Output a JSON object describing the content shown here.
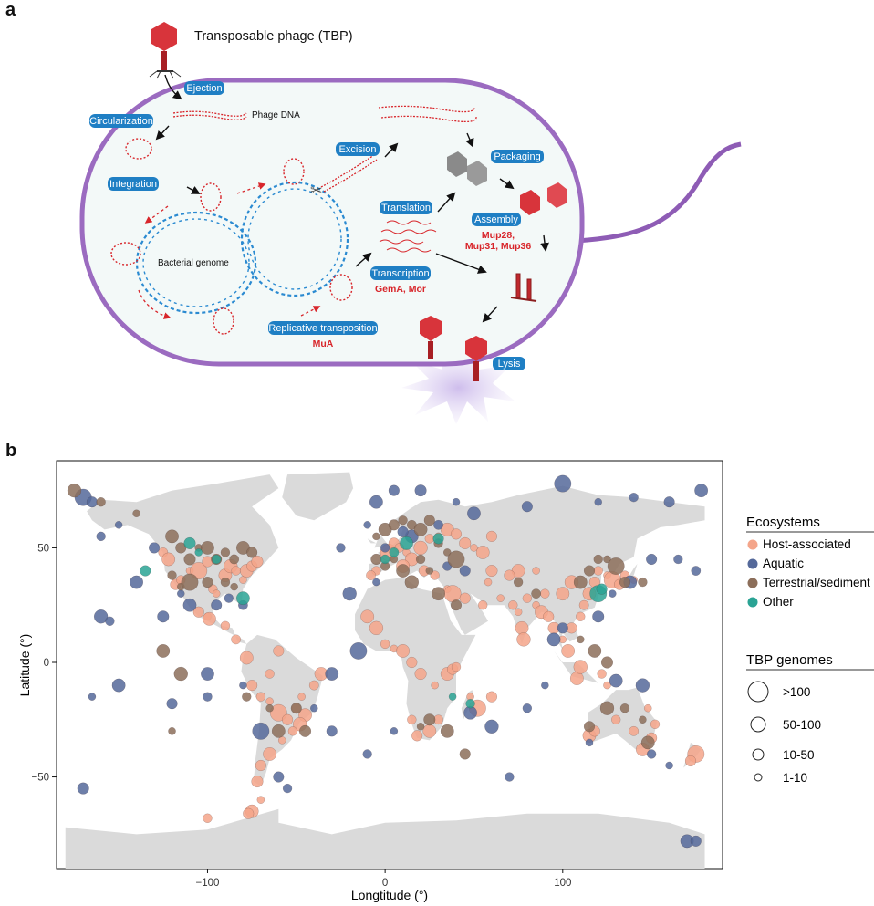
{
  "panel_a": {
    "letter": "a",
    "phage_title": "Transposable phage (TBP)",
    "phage_dna": "Phage DNA",
    "bacterial_genome": "Bacterial genome",
    "steps": {
      "ejection": "Ejection",
      "circularization": "Circularization",
      "integration": "Integration",
      "excision": "Excision",
      "translation": "Translation",
      "transcription": "Transcription",
      "replicative_transposition": "Replicative transposition",
      "packaging": "Packaging",
      "assembly": "Assembly",
      "lysis": "Lysis"
    },
    "genes": {
      "transcription": "GemA, Mor",
      "transposition": "MuA",
      "assembly_line1": "Mup28,",
      "assembly_line2": "Mup31, Mup36"
    },
    "colors": {
      "pill": "#1f7fc4",
      "gene_text": "#d8262b",
      "cell_border": "#9b6bc0",
      "cell_fill": "#f3f9f8"
    }
  },
  "panel_b": {
    "letter": "b",
    "x_axis_label": "Longtitude (°)",
    "y_axis_label": "Latitude (°)",
    "x_ticks": [
      "−100",
      "0",
      "100"
    ],
    "y_ticks": [
      "50",
      "0",
      "−50"
    ],
    "legend_ecosystems": {
      "title": "Ecosystems",
      "items": [
        {
          "label": "Host-associated",
          "color": "#f4a58a"
        },
        {
          "label": "Aquatic",
          "color": "#55699a"
        },
        {
          "label": "Terrestrial/sediment",
          "color": "#8c6e5a"
        },
        {
          "label": "Other",
          "color": "#2aa394"
        }
      ]
    },
    "legend_sizes": {
      "title": "TBP genomes",
      "items": [
        {
          "label": ">100",
          "rank": 4
        },
        {
          "label": "50-100",
          "rank": 3
        },
        {
          "label": "10-50",
          "rank": 2
        },
        {
          "label": "1-10",
          "rank": 1
        }
      ]
    }
  },
  "chart_data": {
    "type": "scatter",
    "xlabel": "Longtitude (°)",
    "ylabel": "Latitude (°)",
    "xlim": [
      -185,
      190
    ],
    "ylim": [
      -90,
      88
    ],
    "x_ticks": [
      -100,
      0,
      100
    ],
    "y_ticks": [
      -50,
      0,
      50
    ],
    "grid": false,
    "legend_placement": "right",
    "series": [
      {
        "name": "Host-associated",
        "color": "#f4a58a",
        "points": [
          [
            -125,
            48
          ],
          [
            -122,
            45
          ],
          [
            -118,
            34
          ],
          [
            -115,
            36
          ],
          [
            -110,
            40
          ],
          [
            -105,
            40
          ],
          [
            -100,
            44
          ],
          [
            -97,
            32
          ],
          [
            -95,
            30
          ],
          [
            -90,
            38
          ],
          [
            -87,
            42
          ],
          [
            -84,
            40
          ],
          [
            -80,
            36
          ],
          [
            -78,
            40
          ],
          [
            -75,
            42
          ],
          [
            -72,
            44
          ],
          [
            -100,
            20
          ],
          [
            -99,
            19
          ],
          [
            -105,
            22
          ],
          [
            -90,
            16
          ],
          [
            -84,
            10
          ],
          [
            -78,
            2
          ],
          [
            -75,
            -10
          ],
          [
            -70,
            -15
          ],
          [
            -65,
            -17
          ],
          [
            -60,
            -22
          ],
          [
            -55,
            -25
          ],
          [
            -50,
            -20
          ],
          [
            -47,
            -15
          ],
          [
            -45,
            -23
          ],
          [
            -48,
            -27
          ],
          [
            -52,
            -30
          ],
          [
            -58,
            -34
          ],
          [
            -65,
            -40
          ],
          [
            -70,
            -45
          ],
          [
            -72,
            -52
          ],
          [
            -70,
            -60
          ],
          [
            -75,
            -65
          ],
          [
            -77,
            -66
          ],
          [
            -100,
            -68
          ],
          [
            -40,
            -10
          ],
          [
            -36,
            -5
          ],
          [
            -60,
            5
          ],
          [
            -65,
            -5
          ],
          [
            0,
            45
          ],
          [
            2,
            48
          ],
          [
            5,
            52
          ],
          [
            8,
            50
          ],
          [
            12,
            48
          ],
          [
            15,
            45
          ],
          [
            20,
            50
          ],
          [
            25,
            54
          ],
          [
            30,
            55
          ],
          [
            35,
            58
          ],
          [
            40,
            56
          ],
          [
            45,
            52
          ],
          [
            50,
            50
          ],
          [
            55,
            48
          ],
          [
            60,
            55
          ],
          [
            -5,
            40
          ],
          [
            -8,
            38
          ],
          [
            10,
            42
          ],
          [
            22,
            40
          ],
          [
            28,
            38
          ],
          [
            35,
            32
          ],
          [
            38,
            30
          ],
          [
            45,
            28
          ],
          [
            55,
            25
          ],
          [
            65,
            28
          ],
          [
            -10,
            20
          ],
          [
            -5,
            15
          ],
          [
            0,
            8
          ],
          [
            5,
            6
          ],
          [
            10,
            5
          ],
          [
            15,
            0
          ],
          [
            20,
            -5
          ],
          [
            28,
            -10
          ],
          [
            35,
            -5
          ],
          [
            38,
            -3
          ],
          [
            40,
            -2
          ],
          [
            30,
            -25
          ],
          [
            25,
            -30
          ],
          [
            18,
            -32
          ],
          [
            15,
            -25
          ],
          [
            48,
            -15
          ],
          [
            52,
            -20
          ],
          [
            60,
            -15
          ],
          [
            72,
            25
          ],
          [
            75,
            22
          ],
          [
            77,
            15
          ],
          [
            78,
            10
          ],
          [
            80,
            28
          ],
          [
            85,
            25
          ],
          [
            88,
            22
          ],
          [
            92,
            20
          ],
          [
            95,
            15
          ],
          [
            100,
            10
          ],
          [
            103,
            5
          ],
          [
            105,
            15
          ],
          [
            110,
            20
          ],
          [
            112,
            25
          ],
          [
            115,
            30
          ],
          [
            118,
            35
          ],
          [
            120,
            40
          ],
          [
            125,
            38
          ],
          [
            128,
            36
          ],
          [
            132,
            34
          ],
          [
            135,
            38
          ],
          [
            140,
            36
          ],
          [
            100,
            30
          ],
          [
            105,
            35
          ],
          [
            90,
            30
          ],
          [
            85,
            40
          ],
          [
            75,
            40
          ],
          [
            70,
            38
          ],
          [
            60,
            40
          ],
          [
            58,
            35
          ],
          [
            115,
            -32
          ],
          [
            118,
            -30
          ],
          [
            130,
            -25
          ],
          [
            140,
            -30
          ],
          [
            145,
            -38
          ],
          [
            150,
            -33
          ],
          [
            152,
            -27
          ],
          [
            148,
            -20
          ],
          [
            175,
            -40
          ],
          [
            172,
            -43
          ],
          [
            122,
            -5
          ],
          [
            125,
            -10
          ],
          [
            108,
            -7
          ],
          [
            110,
            -2
          ]
        ]
      },
      {
        "name": "Aquatic",
        "color": "#55699a",
        "points": [
          [
            -170,
            72
          ],
          [
            -165,
            70
          ],
          [
            -160,
            55
          ],
          [
            -150,
            60
          ],
          [
            -140,
            35
          ],
          [
            -160,
            20
          ],
          [
            -155,
            18
          ],
          [
            -165,
            -15
          ],
          [
            -150,
            -10
          ],
          [
            -130,
            50
          ],
          [
            -125,
            20
          ],
          [
            -115,
            30
          ],
          [
            -110,
            25
          ],
          [
            -95,
            25
          ],
          [
            -88,
            28
          ],
          [
            -80,
            25
          ],
          [
            -100,
            -5
          ],
          [
            -120,
            -18
          ],
          [
            -100,
            -15
          ],
          [
            -80,
            -10
          ],
          [
            -70,
            -30
          ],
          [
            -60,
            -50
          ],
          [
            -55,
            -55
          ],
          [
            -40,
            -20
          ],
          [
            -30,
            -5
          ],
          [
            -20,
            30
          ],
          [
            -25,
            50
          ],
          [
            -10,
            60
          ],
          [
            -5,
            70
          ],
          [
            5,
            75
          ],
          [
            20,
            75
          ],
          [
            40,
            70
          ],
          [
            50,
            65
          ],
          [
            45,
            40
          ],
          [
            35,
            42
          ],
          [
            30,
            60
          ],
          [
            15,
            55
          ],
          [
            10,
            57
          ],
          [
            0,
            50
          ],
          [
            -5,
            35
          ],
          [
            -15,
            5
          ],
          [
            -30,
            -30
          ],
          [
            -10,
            -40
          ],
          [
            5,
            -30
          ],
          [
            48,
            -22
          ],
          [
            60,
            -28
          ],
          [
            80,
            -20
          ],
          [
            90,
            -10
          ],
          [
            95,
            10
          ],
          [
            100,
            15
          ],
          [
            120,
            20
          ],
          [
            128,
            30
          ],
          [
            138,
            35
          ],
          [
            150,
            45
          ],
          [
            165,
            45
          ],
          [
            175,
            40
          ],
          [
            178,
            75
          ],
          [
            160,
            70
          ],
          [
            140,
            72
          ],
          [
            120,
            70
          ],
          [
            100,
            78
          ],
          [
            80,
            68
          ],
          [
            70,
            -50
          ],
          [
            115,
            -35
          ],
          [
            130,
            -8
          ],
          [
            145,
            -10
          ],
          [
            150,
            -40
          ],
          [
            160,
            -45
          ],
          [
            170,
            -78
          ],
          [
            175,
            -78
          ],
          [
            -170,
            -55
          ]
        ]
      },
      {
        "name": "Terrestrial/sediment",
        "color": "#8c6e5a",
        "points": [
          [
            -175,
            75
          ],
          [
            -160,
            70
          ],
          [
            -140,
            65
          ],
          [
            -120,
            55
          ],
          [
            -115,
            50
          ],
          [
            -110,
            45
          ],
          [
            -105,
            50
          ],
          [
            -100,
            50
          ],
          [
            -95,
            45
          ],
          [
            -90,
            48
          ],
          [
            -85,
            45
          ],
          [
            -80,
            50
          ],
          [
            -75,
            48
          ],
          [
            -120,
            38
          ],
          [
            -115,
            33
          ],
          [
            -110,
            35
          ],
          [
            -100,
            35
          ],
          [
            -90,
            35
          ],
          [
            -85,
            33
          ],
          [
            -125,
            5
          ],
          [
            -115,
            -5
          ],
          [
            -78,
            -15
          ],
          [
            -65,
            -20
          ],
          [
            -60,
            -30
          ],
          [
            -50,
            -20
          ],
          [
            -45,
            -30
          ],
          [
            -5,
            55
          ],
          [
            0,
            58
          ],
          [
            5,
            60
          ],
          [
            10,
            62
          ],
          [
            15,
            60
          ],
          [
            20,
            58
          ],
          [
            25,
            62
          ],
          [
            30,
            52
          ],
          [
            35,
            48
          ],
          [
            40,
            45
          ],
          [
            -5,
            45
          ],
          [
            0,
            42
          ],
          [
            5,
            45
          ],
          [
            10,
            40
          ],
          [
            15,
            35
          ],
          [
            20,
            45
          ],
          [
            25,
            40
          ],
          [
            30,
            30
          ],
          [
            40,
            25
          ],
          [
            25,
            -25
          ],
          [
            20,
            -28
          ],
          [
            35,
            -30
          ],
          [
            45,
            -40
          ],
          [
            75,
            35
          ],
          [
            85,
            30
          ],
          [
            110,
            35
          ],
          [
            115,
            40
          ],
          [
            120,
            45
          ],
          [
            125,
            45
          ],
          [
            130,
            42
          ],
          [
            135,
            35
          ],
          [
            145,
            35
          ],
          [
            110,
            10
          ],
          [
            118,
            5
          ],
          [
            125,
            -20
          ],
          [
            135,
            -20
          ],
          [
            145,
            -25
          ],
          [
            148,
            -35
          ],
          [
            115,
            -28
          ],
          [
            125,
            0
          ],
          [
            -120,
            -30
          ]
        ]
      },
      {
        "name": "Other",
        "color": "#2aa394",
        "points": [
          [
            -110,
            52
          ],
          [
            -105,
            48
          ],
          [
            -80,
            28
          ],
          [
            -135,
            40
          ],
          [
            -95,
            45
          ],
          [
            5,
            48
          ],
          [
            12,
            52
          ],
          [
            30,
            54
          ],
          [
            48,
            -18
          ],
          [
            38,
            -15
          ],
          [
            120,
            30
          ],
          [
            122,
            32
          ],
          [
            0,
            45
          ]
        ]
      }
    ]
  }
}
